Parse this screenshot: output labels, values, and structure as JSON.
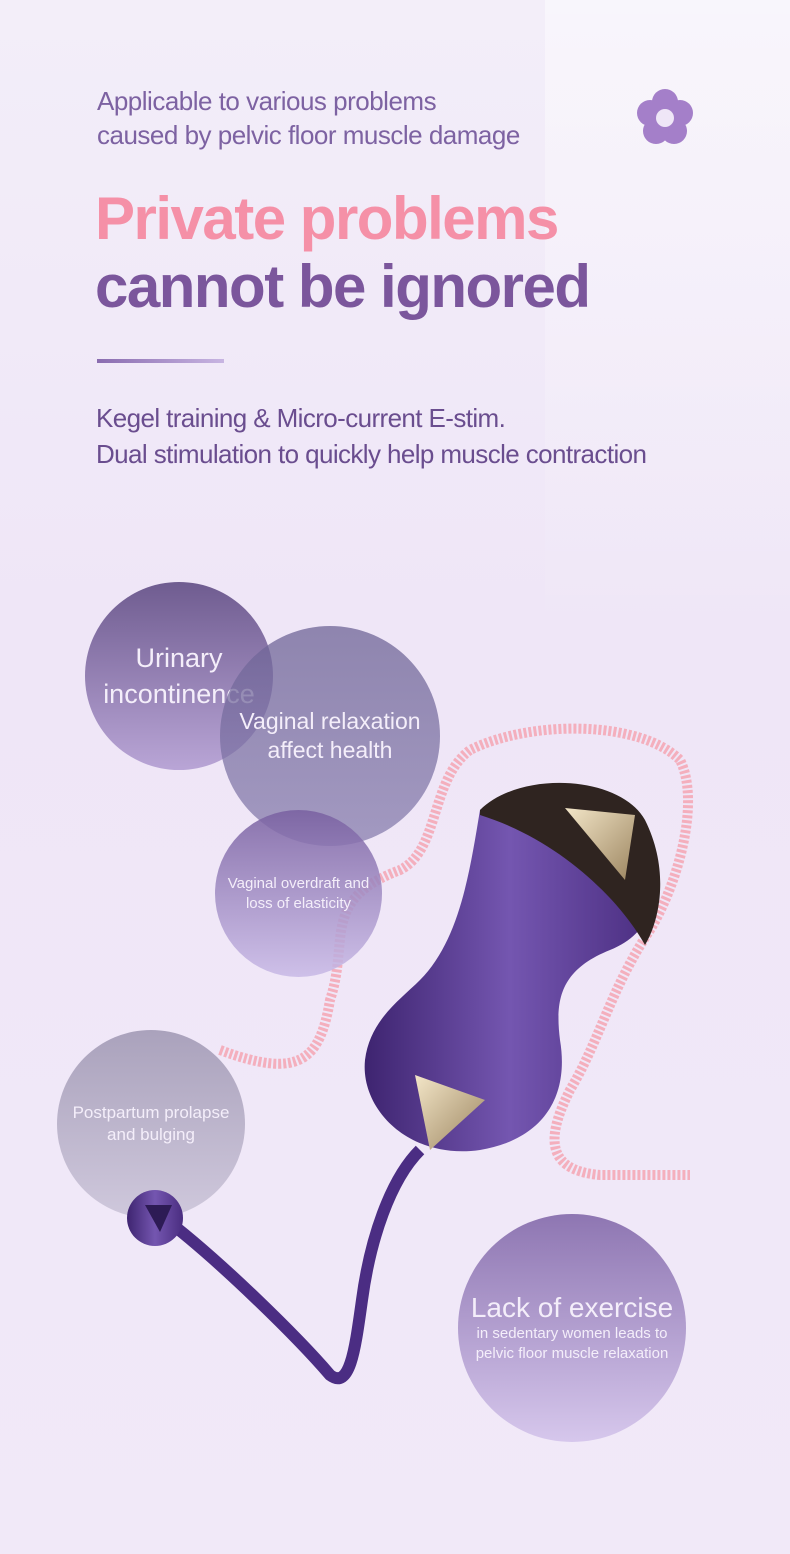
{
  "header": {
    "intro_lines": [
      "Applicable to various problems",
      "caused by pelvic floor muscle damage"
    ],
    "title_line1": "Private problems",
    "title_line2": "cannot be ignored",
    "subtitle_lines": [
      "Kegel training & Micro-current E-stim.",
      "Dual stimulation to quickly help muscle contraction"
    ]
  },
  "icons": {
    "flower": "flower-icon"
  },
  "bubbles": [
    {
      "lines": [
        "Urinary",
        "incontinence"
      ]
    },
    {
      "lines": [
        "Vaginal relaxation",
        "affect health"
      ]
    },
    {
      "lines": [
        "Vaginal overdraft and",
        "loss of elasticity"
      ]
    },
    {
      "lines": [
        "Postpartum prolapse",
        "and bulging"
      ]
    },
    {
      "title": "Lack of exercise",
      "lines": [
        "in sedentary women leads to",
        "pelvic floor muscle relaxation"
      ]
    }
  ],
  "colors": {
    "pink": "#f590a7",
    "purple": "#7b569c",
    "product": "#5e3d96",
    "gold": "#d9c7a0"
  }
}
